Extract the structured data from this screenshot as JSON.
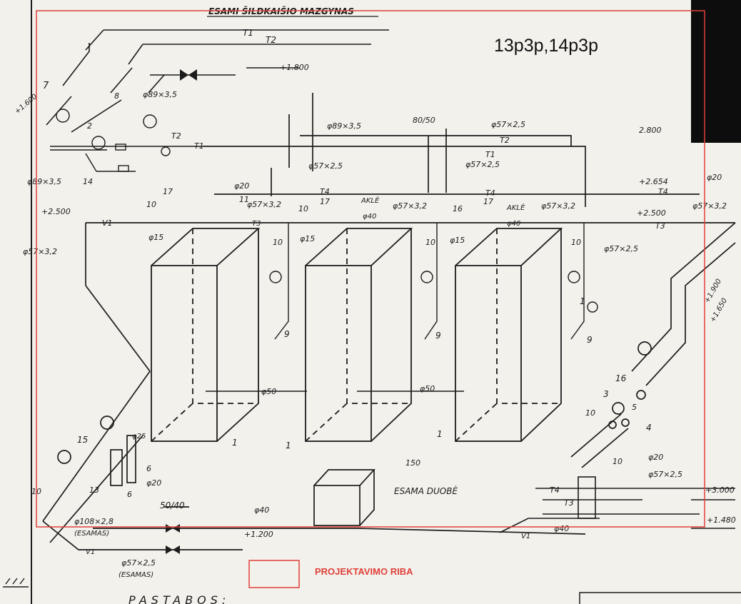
{
  "header": {
    "title": "ESAMI ŠILDKAIŠIO MAZGYNAS"
  },
  "overlay": {
    "annotation": "13p3p,14p3p",
    "legend_label": "PROJEKTAVIMO RIBA",
    "boundary_color": "#e0403a"
  },
  "drawing": {
    "pipes": {
      "T1": "T1",
      "T2": "T2",
      "T3": "T3",
      "T4": "T4",
      "V1": "V1",
      "V1b": "V1",
      "T1b": "T1",
      "T2b": "T2",
      "T3b": "T3",
      "T4b": "T4",
      "T4c": "T4"
    },
    "elevations": {
      "e1600": "+1.600",
      "e1800": "+1.800",
      "e2800": "2.800",
      "e2654": "+2.654",
      "e2500r": "+2.500",
      "e2500l": "+2.500",
      "e1900": "+1.900",
      "e1650": "+1.650",
      "e3000": "+3.000",
      "e1480": "+1.480",
      "e1200": "+1.200"
    },
    "diameters": {
      "d89x35a": "φ89×3,5",
      "d89x35b": "φ89×3,5",
      "d89x35c": "φ89×3,5",
      "d57x25a": "φ57×2,5",
      "d57x25b": "φ57×2,5",
      "d57x25c": "φ57×2,5",
      "d57x25d": "φ57×2,5",
      "d57x25e": "φ57×2,5",
      "d57x32a": "φ57×3,2",
      "d57x32b": "φ57×3,2",
      "d57x32c": "φ57×3,2",
      "d57x32d": "φ57×3,2",
      "d57x32e": "φ57×3,2",
      "d80x50": "80/50",
      "d50x40": "50/40",
      "d108": "φ108×2,8",
      "d20a": "φ20",
      "d20b": "φ20",
      "d20c": "φ20",
      "d20d": "φ20",
      "d40a": "φ40",
      "d40b": "φ40",
      "d40c": "φ40",
      "d40d": "φ40",
      "d50a": "φ50",
      "d50b": "φ50",
      "d150": "150",
      "d15a": "φ15",
      "d15b": "φ15",
      "d15c": "φ15",
      "d25": "φ25"
    },
    "notes": {
      "esamas1": "(ESAMAS)",
      "esamas2": "(ESAMAS)",
      "duobe": "ESAMA DUOBĖ",
      "akle1": "AKLĖ",
      "akle2": "AKLĖ",
      "pastabos": "PASTABOS:"
    },
    "callouts": {
      "n1a": "1",
      "n1b": "1",
      "n1c": "1",
      "n1d": "1",
      "n3": "3",
      "n4": "4",
      "n5": "5",
      "n6a": "6",
      "n6b": "6",
      "n7": "7",
      "n8": "8",
      "n9a": "9",
      "n9b": "9",
      "n9c": "9",
      "n10a": "10",
      "n10b": "10",
      "n10c": "10",
      "n10d": "10",
      "n10e": "10",
      "n10f": "10",
      "n10g": "10",
      "n10h": "10",
      "n11": "11",
      "n13": "13",
      "n14": "14",
      "n15": "15",
      "n16a": "16",
      "n16b": "16",
      "n17a": "17",
      "n17b": "17",
      "n17c": "17"
    }
  }
}
